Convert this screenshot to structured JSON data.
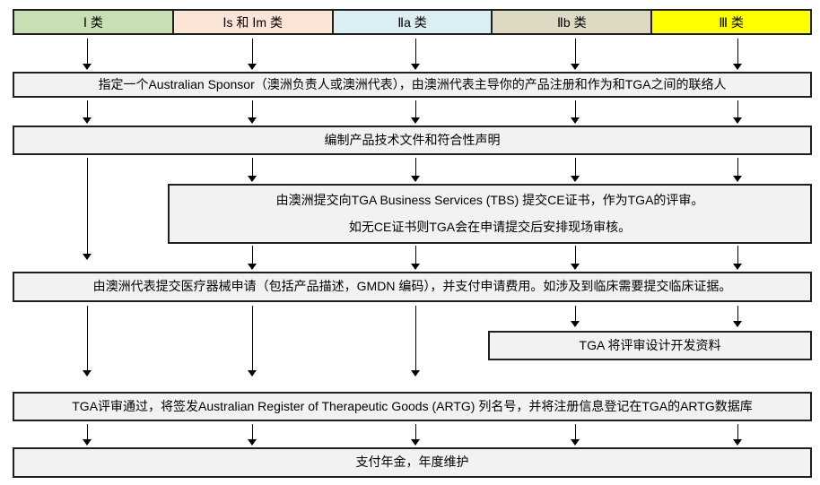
{
  "header": {
    "classes": [
      {
        "label": "Ⅰ 类",
        "color": "#c6e0b4"
      },
      {
        "label": "Ⅰs 和 Ⅰm 类",
        "color": "#fbe5d6"
      },
      {
        "label": "Ⅱa 类",
        "color": "#daeef3"
      },
      {
        "label": "Ⅱb 类",
        "color": "#ddd9c3"
      },
      {
        "label": "Ⅲ 类",
        "color": "#ffff00"
      }
    ]
  },
  "steps": {
    "sponsor": "指定一个Australian Sponsor（澳洲负责人或澳洲代表），由澳洲代表主导你的产品注册和作为和TGA之间的联络人",
    "tech_file": "编制产品技术文件和符合性声明",
    "ce_line1": "由澳洲提交向TGA Business Services (TBS) 提交CE证书，作为TGA的评审。",
    "ce_line2": "如无CE证书则TGA会在申请提交后安排现场审核。",
    "application": "由澳洲代表提交医疗器械申请（包括产品描述，GMDN 编码），并支付申请费用。如涉及到临床需要提交临床证据。",
    "design_review": "TGA 将评审设计开发资料",
    "artg": "TGA评审通过，将签发Australian Register of Therapeutic Goods (ARTG) 列名号，并将注册信息登记在TGA的ARTG数据库",
    "annual_fee": "支付年金，年度维护"
  },
  "colors": {
    "box_fill": "#f2f2f2",
    "box_border": "#1f1f1f"
  }
}
